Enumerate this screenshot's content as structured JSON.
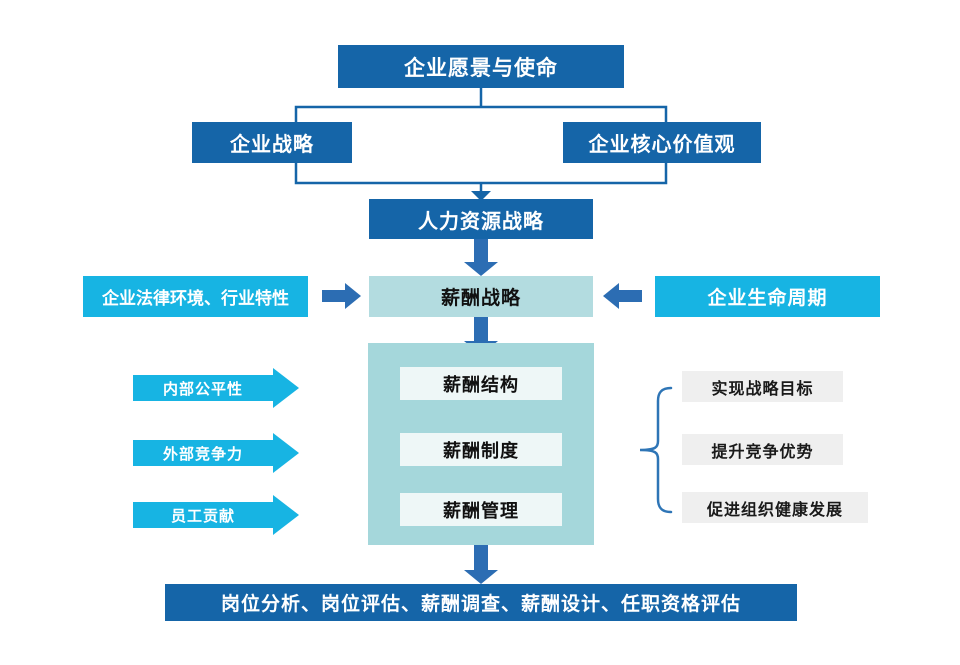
{
  "diagram": {
    "vision": {
      "label": "企业愿景与使命"
    },
    "strategy": {
      "label": "企业战略"
    },
    "core_values": {
      "label": "企业核心价值观"
    },
    "hr_strategy": {
      "label": "人力资源战略"
    },
    "legal_env": {
      "label": "企业法律环境、行业特性"
    },
    "pay_strategy": {
      "label": "薪酬战略"
    },
    "lifecycle": {
      "label": "企业生命周期"
    },
    "pay_components": [
      {
        "label": "薪酬结构"
      },
      {
        "label": "薪酬制度"
      },
      {
        "label": "薪酬管理"
      }
    ],
    "principles": [
      {
        "label": "内部公平性"
      },
      {
        "label": "外部竞争力"
      },
      {
        "label": "员工贡献"
      }
    ],
    "goals": [
      {
        "label": "实现战略目标"
      },
      {
        "label": "提升竞争优势"
      },
      {
        "label": "促进组织健康发展"
      }
    ],
    "foundation": {
      "label": "岗位分析、岗位评估、薪酬调查、薪酬设计、任职资格评估"
    }
  },
  "colors": {
    "dark_blue": "#1565a8",
    "cyan": "#17b4e3",
    "arrow_blue": "#2c6db3",
    "teal_light": "#b3dce0",
    "teal_container": "#a5d7db",
    "pale_box": "#eef7f7",
    "gray_box": "#efefef",
    "brace_blue": "#2e75b6"
  }
}
